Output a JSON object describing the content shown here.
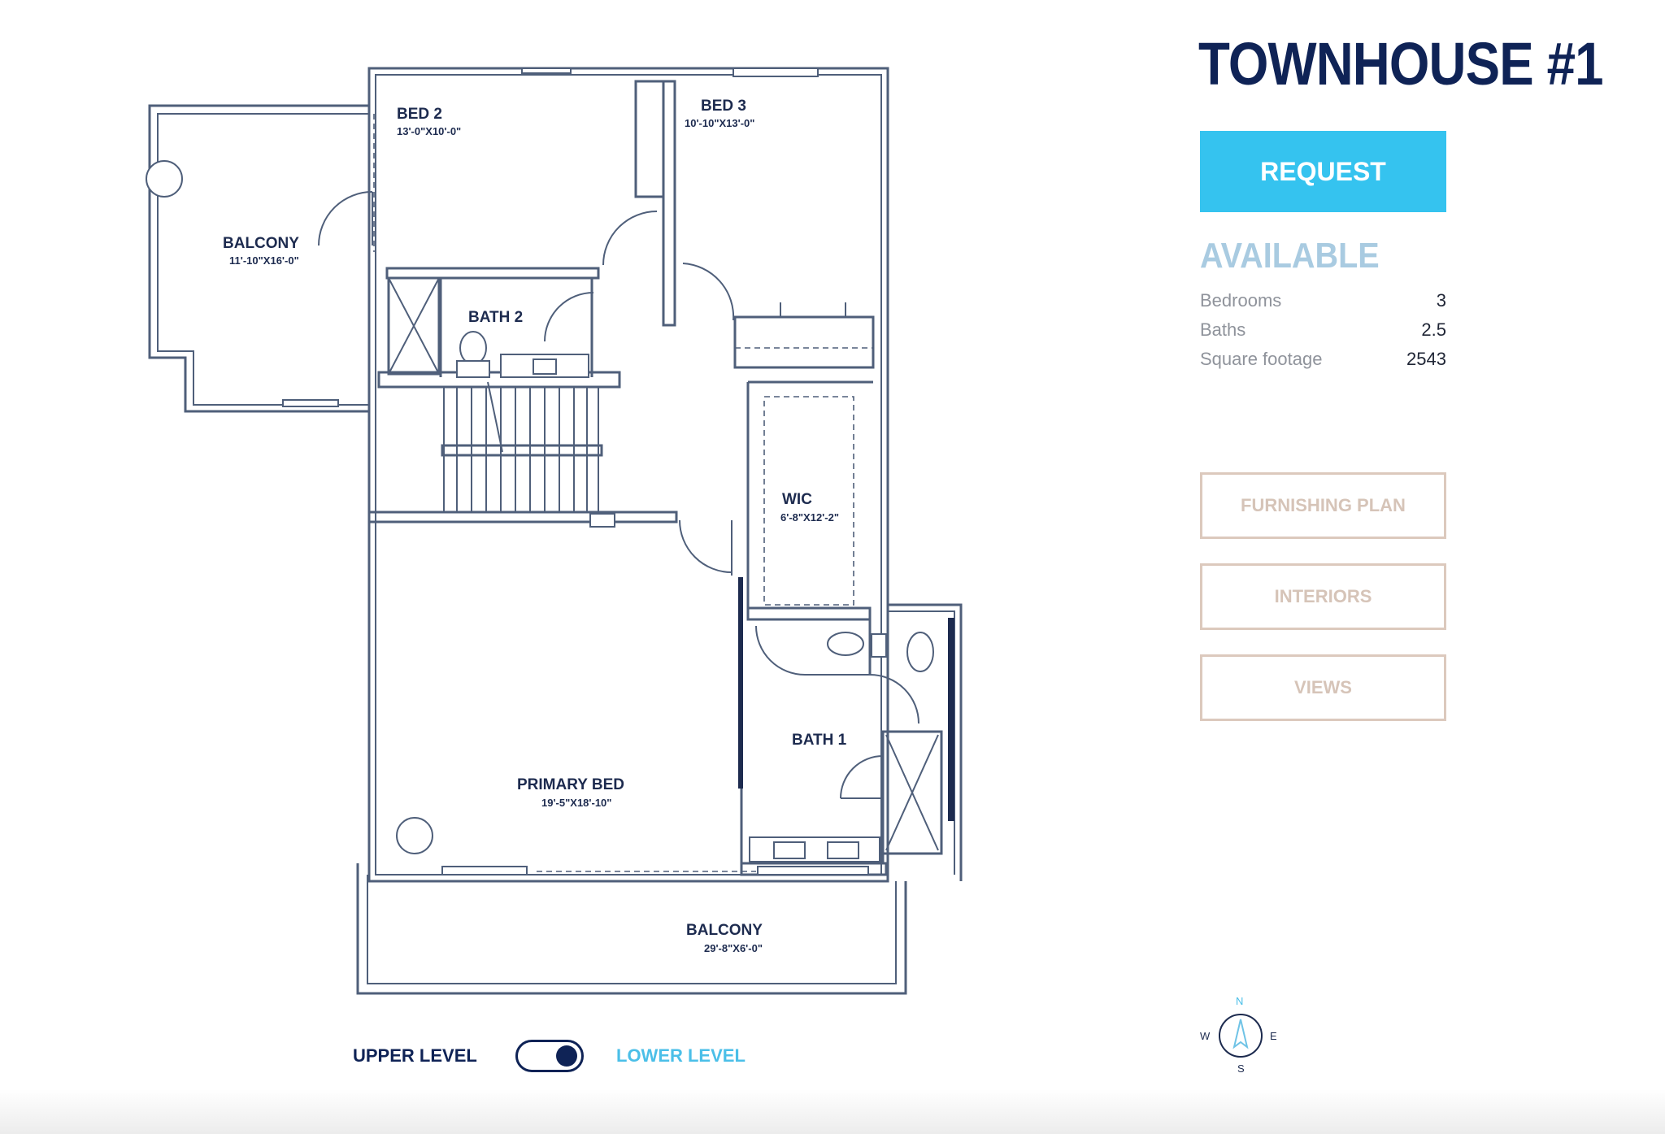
{
  "header": {
    "title": "TOWNHOUSE #1"
  },
  "actions": {
    "request_label": "REQUEST"
  },
  "status": {
    "label": "AVAILABLE"
  },
  "stats": [
    {
      "label": "Bedrooms",
      "value": "3"
    },
    {
      "label": "Baths",
      "value": "2.5"
    },
    {
      "label": "Square footage",
      "value": "2543"
    }
  ],
  "nav_buttons": {
    "furnishing_plan": "FURNISHING PLAN",
    "interiors": "INTERIORS",
    "views": "VIEWS"
  },
  "level_switch": {
    "upper_label": "UPPER LEVEL",
    "lower_label": "LOWER LEVEL"
  },
  "rooms": {
    "bed2": {
      "name": "BED 2",
      "dims": "13'-0\"X10'-0\""
    },
    "bed3": {
      "name": "BED 3",
      "dims": "10'-10\"X13'-0\""
    },
    "balcony_west": {
      "name": "BALCONY",
      "dims": "11'-10\"X16'-0\""
    },
    "bath2": {
      "name": "BATH 2"
    },
    "wic": {
      "name": "WIC",
      "dims": "6'-8\"X12'-2\""
    },
    "bath1": {
      "name": "BATH 1"
    },
    "primary_bed": {
      "name": "PRIMARY BED",
      "dims": "19'-5\"X18'-10\""
    },
    "balcony_south": {
      "name": "BALCONY",
      "dims": "29'-8\"X6'-0\""
    }
  },
  "compass": {
    "n": "N",
    "e": "E",
    "s": "S",
    "w": "W"
  },
  "colors": {
    "navy": "#0f2356",
    "request_blue": "#35c3ef",
    "available": "#a9cbe1",
    "outline_beige": "#dcc9bd",
    "lower_level_blue": "#4bbfe8",
    "wall": "#4f5f7a"
  }
}
